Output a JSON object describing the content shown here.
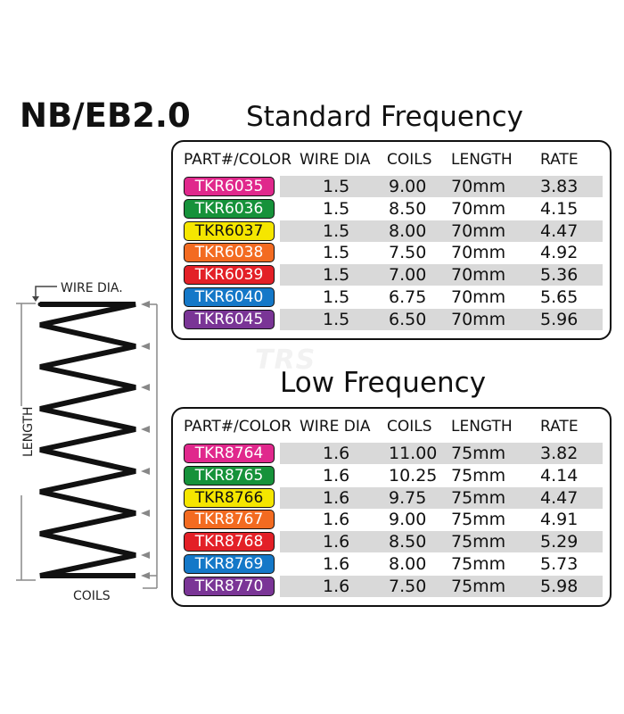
{
  "model": "NB/EB2.0",
  "watermark": "TRS",
  "diagram": {
    "wire_label": "WIRE DIA.",
    "length_label": "LENGTH",
    "coils_label": "COILS"
  },
  "headers": {
    "part": "PART#/COLOR",
    "wire": "WIRE DIA",
    "coils": "COILS",
    "length": "LENGTH",
    "rate": "RATE"
  },
  "standard": {
    "title": "Standard Frequency",
    "rows": [
      {
        "part": "TKR6035",
        "color": "#e0288c",
        "wire": "1.5",
        "coils": "9.00",
        "length": "70mm",
        "rate": "3.83"
      },
      {
        "part": "TKR6036",
        "color": "#16923a",
        "wire": "1.5",
        "coils": "8.50",
        "length": "70mm",
        "rate": "4.15"
      },
      {
        "part": "TKR6037",
        "color": "#f5e600",
        "wire": "1.5",
        "coils": "8.00",
        "length": "70mm",
        "rate": "4.47"
      },
      {
        "part": "TKR6038",
        "color": "#f36b21",
        "wire": "1.5",
        "coils": "7.50",
        "length": "70mm",
        "rate": "4.92"
      },
      {
        "part": "TKR6039",
        "color": "#e32027",
        "wire": "1.5",
        "coils": "7.00",
        "length": "70mm",
        "rate": "5.36"
      },
      {
        "part": "TKR6040",
        "color": "#1478c8",
        "wire": "1.5",
        "coils": "6.75",
        "length": "70mm",
        "rate": "5.65"
      },
      {
        "part": "TKR6045",
        "color": "#7a3596",
        "wire": "1.5",
        "coils": "6.50",
        "length": "70mm",
        "rate": "5.96"
      }
    ]
  },
  "low": {
    "title": "Low Frequency",
    "rows": [
      {
        "part": "TKR8764",
        "color": "#e0288c",
        "wire": "1.6",
        "coils": "11.00",
        "length": "75mm",
        "rate": "3.82"
      },
      {
        "part": "TKR8765",
        "color": "#16923a",
        "wire": "1.6",
        "coils": "10.25",
        "length": "75mm",
        "rate": "4.14"
      },
      {
        "part": "TKR8766",
        "color": "#f5e600",
        "wire": "1.6",
        "coils": "9.75",
        "length": "75mm",
        "rate": "4.47"
      },
      {
        "part": "TKR8767",
        "color": "#f36b21",
        "wire": "1.6",
        "coils": "9.00",
        "length": "75mm",
        "rate": "4.91"
      },
      {
        "part": "TKR8768",
        "color": "#e32027",
        "wire": "1.6",
        "coils": "8.50",
        "length": "75mm",
        "rate": "5.29"
      },
      {
        "part": "TKR8769",
        "color": "#1478c8",
        "wire": "1.6",
        "coils": "8.00",
        "length": "75mm",
        "rate": "5.73"
      },
      {
        "part": "TKR8770",
        "color": "#7a3596",
        "wire": "1.6",
        "coils": "7.50",
        "length": "75mm",
        "rate": "5.98"
      }
    ]
  }
}
